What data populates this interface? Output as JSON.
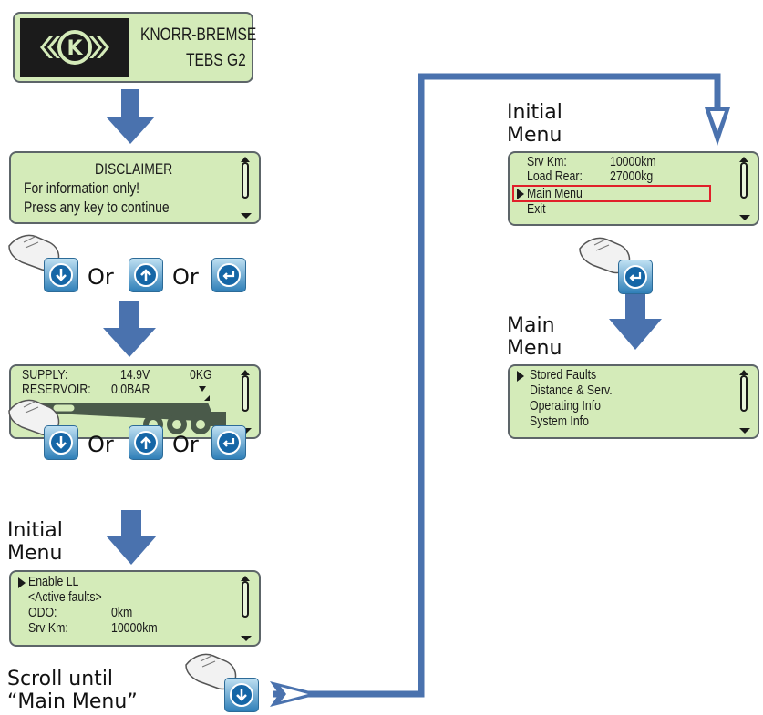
{
  "splash": {
    "brand": "KNORR-BREMSE",
    "model": "TEBS G2"
  },
  "disclaimer": {
    "title": "DISCLAIMER",
    "line1": "For information only!",
    "line2": "Press any key to continue"
  },
  "or_label": "Or",
  "supply_screen": {
    "supply_label": "SUPPLY:",
    "supply_value": "14.9V",
    "weight_value": "0KG",
    "reservoir_label": "RESERVOIR:",
    "reservoir_value": "0.0BAR"
  },
  "initial_menu_label": "Initial\nMenu",
  "initial_menu_1": {
    "item1": "Enable LL",
    "item2": "<Active faults>",
    "odo_label": "ODO:",
    "odo_value": "0km",
    "srv_label": "Srv Km:",
    "srv_value": "10000km"
  },
  "scroll_instruction": "Scroll until\n“Main Menu”",
  "initial_menu_2": {
    "srv_label": "Srv Km:",
    "srv_value": "10000km",
    "load_label": "Load Rear:",
    "load_value": "27000kg",
    "main_menu": "Main Menu",
    "exit": "Exit"
  },
  "main_menu_label": "Main\nMenu",
  "main_menu": {
    "item1": "Stored Faults",
    "item2": "Distance & Serv.",
    "item3": "Operating Info",
    "item4": "System Info"
  },
  "colors": {
    "arrow": "#4a72ae",
    "lcd_bg": "#d4ebb9",
    "highlight": "#e0202a",
    "button": "#1566a6"
  }
}
